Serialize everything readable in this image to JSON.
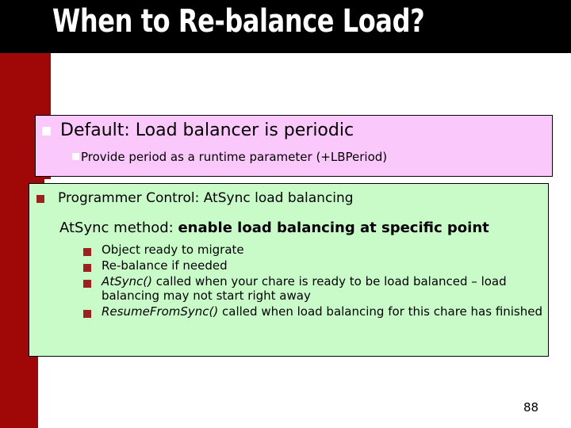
{
  "slide": {
    "title": "When to Re-balance Load?",
    "page_number": "88",
    "theme": {
      "title_bar_color": "#000000",
      "title_text_color": "#FFFFFF",
      "accent_bar_color": "#A00808",
      "pink_box_color": "#FBC8FC",
      "green_box_color": "#C9FBC9",
      "bullet_red_color": "#A02020",
      "bullet_white_color": "#FFFFFF",
      "body_text_color": "#000000"
    }
  },
  "pink_box": {
    "level1_bullet": "white-square-bullet",
    "level1_text": "Default: Load balancer is periodic",
    "level2_bullet": "white-square-bullet",
    "level2_text": "Provide period as a runtime parameter (+LBPeriod)"
  },
  "green_box": {
    "level1_bullet": "red-square-bullet",
    "level1_text": "Programmer Control: AtSync load balancing",
    "method_line": {
      "regular": "AtSync method: ",
      "bold": "enable load balancing at specific point"
    },
    "items": [
      {
        "bullet": "red-square-bullet",
        "italic_prefix": "",
        "text": "Object ready to migrate"
      },
      {
        "bullet": "red-square-bullet",
        "italic_prefix": "",
        "text": "Re-balance if needed"
      },
      {
        "bullet": "red-square-bullet",
        "italic_prefix": "AtSync()",
        "text": " called when your chare is ready to be load balanced – load balancing may not start right away"
      },
      {
        "bullet": "red-square-bullet",
        "italic_prefix": "ResumeFromSync()",
        "text": " called when load balancing for this chare has finished"
      }
    ]
  }
}
